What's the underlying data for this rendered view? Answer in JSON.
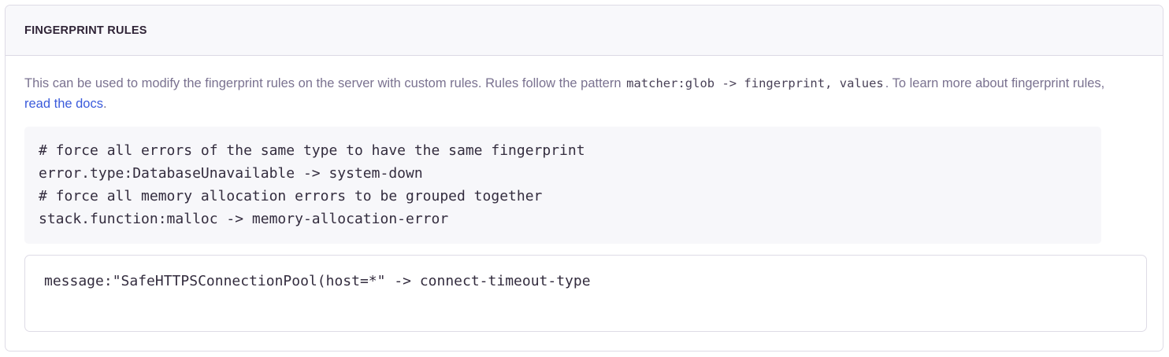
{
  "panel": {
    "title": "FINGERPRINT RULES"
  },
  "description": {
    "part1": "This can be used to modify the fingerprint rules on the server with custom rules. Rules follow the pattern ",
    "code": "matcher:glob -> fingerprint, values",
    "part2": ". To learn more about fingerprint rules, ",
    "link_label": "read the docs",
    "part3": "."
  },
  "code_example": {
    "lines": [
      "# force all errors of the same type to have the same fingerprint",
      "error.type:DatabaseUnavailable -> system-down",
      "# force all memory allocation errors to be grouped together",
      "stack.function:malloc -> memory-allocation-error"
    ]
  },
  "rules_editor": {
    "value": "message:\"SafeHTTPSConnectionPool(host=*\" -> connect-timeout-type",
    "placeholder": "matcher:glob -> fingerprint, values"
  },
  "colors": {
    "link": "#3b5bdb",
    "panel_border": "#dedbe6",
    "header_bg": "#f8f8fb",
    "code_bg": "#f7f7fa",
    "title_text": "#302437",
    "body_text": "#7a7290",
    "code_text": "#332c3e"
  }
}
